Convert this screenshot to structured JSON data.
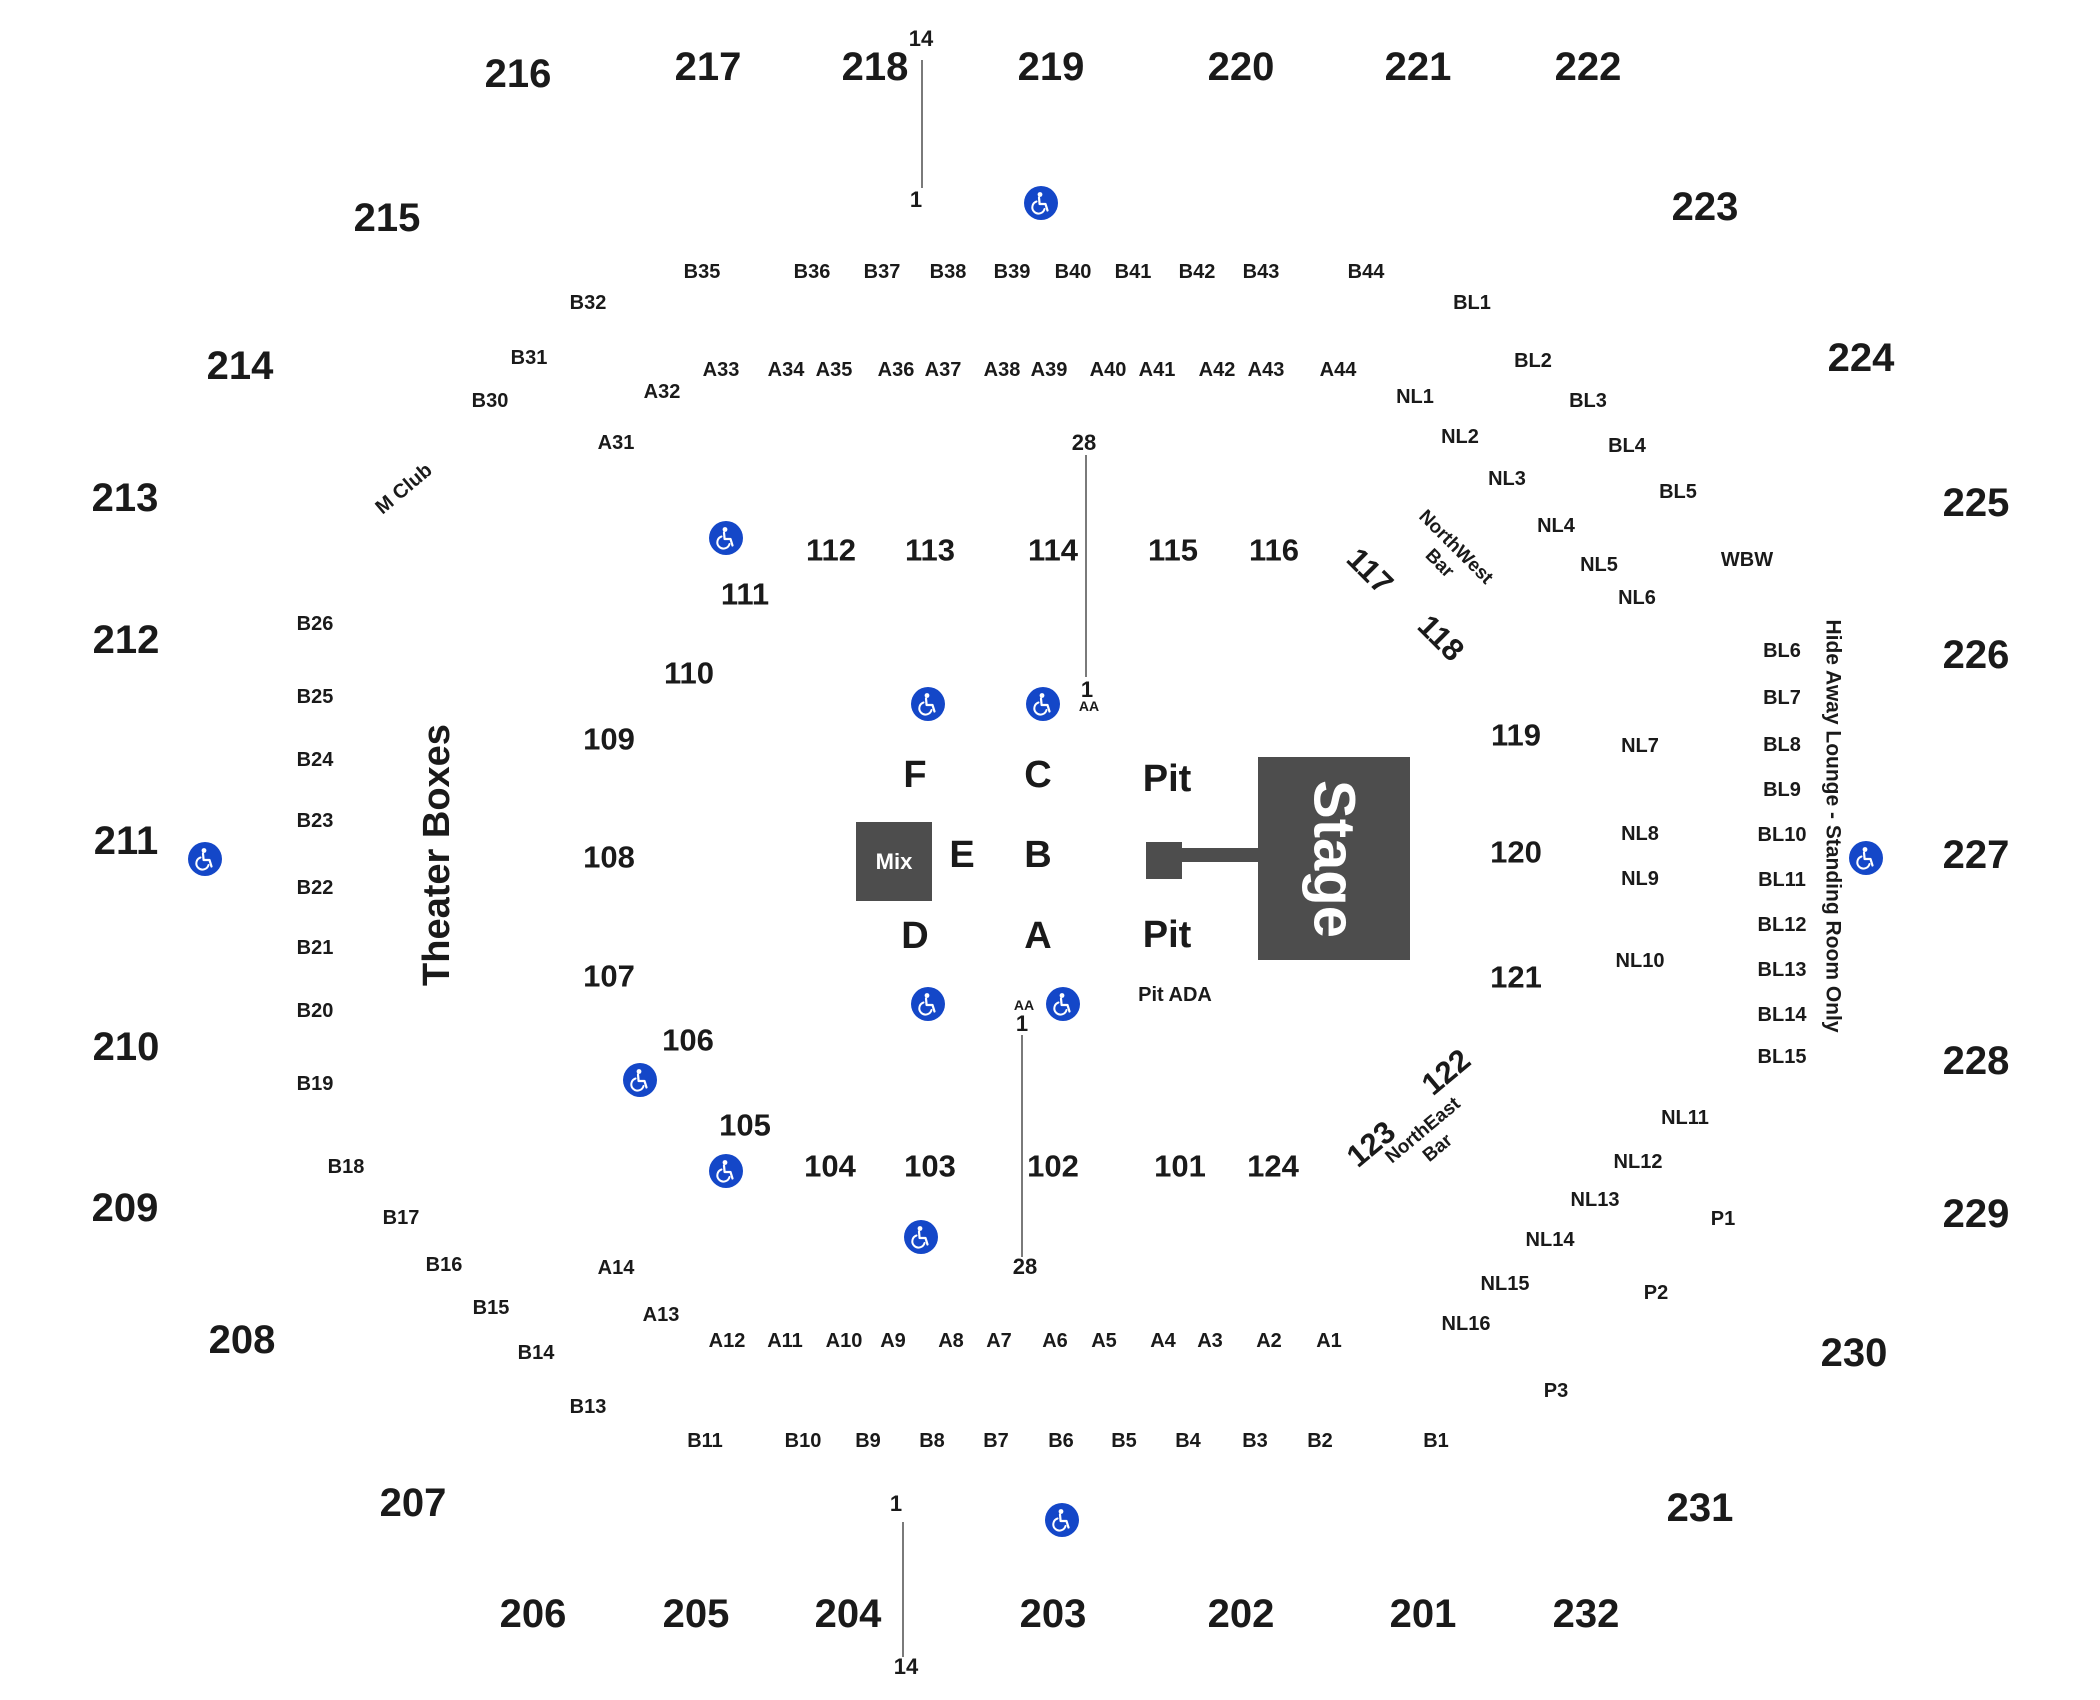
{
  "venue": {
    "stage_label": "Stage",
    "mix_label": "Mix",
    "theater_boxes_label": "Theater Boxes",
    "lounge_label": "Hide Away Lounge - Standing Room Only",
    "northwest_bar_label": "NorthWest\nBar",
    "northeast_bar_label": "NorthEast\nBar",
    "m_club_label": "M Club",
    "pit_ada_label": "Pit ADA",
    "wbw_label": "WBW"
  },
  "colors": {
    "stage": "#4d4d4d",
    "ada_icon": "#1447c8",
    "text": "#1a1a1a"
  },
  "upper_sections": [
    "216",
    "217",
    "218",
    "219",
    "220",
    "221",
    "222",
    "215",
    "223",
    "214",
    "224",
    "213",
    "225",
    "212",
    "226",
    "211",
    "227",
    "210",
    "228",
    "209",
    "229",
    "208",
    "230",
    "207",
    "231",
    "206",
    "205",
    "204",
    "203",
    "202",
    "201",
    "232"
  ],
  "lower_sections": [
    "112",
    "113",
    "114",
    "115",
    "116",
    "111",
    "110",
    "109",
    "108",
    "107",
    "106",
    "105",
    "104",
    "103",
    "102",
    "101",
    "124",
    "119",
    "120",
    "121"
  ],
  "rotated_lower_sections": [
    "117",
    "118",
    "122",
    "123"
  ],
  "floor_sections": [
    "F",
    "C",
    "E",
    "B",
    "D",
    "A"
  ],
  "pit_labels": [
    "Pit",
    "Pit"
  ],
  "top_box_row": [
    "B35",
    "B36",
    "B37",
    "B38",
    "B39",
    "B40",
    "B41",
    "B42",
    "B43",
    "B44",
    "B32",
    "B31",
    "B30"
  ],
  "top_a_row": [
    "A33",
    "A34",
    "A35",
    "A36",
    "A37",
    "A38",
    "A39",
    "A40",
    "A41",
    "A42",
    "A43",
    "A44",
    "A32",
    "A31"
  ],
  "left_boxes": [
    "B26",
    "B25",
    "B24",
    "B23",
    "B22",
    "B21",
    "B20",
    "B19",
    "B18",
    "B17",
    "B16",
    "B15",
    "B14",
    "B13"
  ],
  "bottom_box_row": [
    "B11",
    "B10",
    "B9",
    "B8",
    "B7",
    "B6",
    "B5",
    "B4",
    "B3",
    "B2",
    "B1"
  ],
  "bottom_a_row": [
    "A14",
    "A13",
    "A12",
    "A11",
    "A10",
    "A9",
    "A8",
    "A7",
    "A6",
    "A5",
    "A4",
    "A3",
    "A2",
    "A1"
  ],
  "bl_boxes": [
    "BL1",
    "BL2",
    "BL3",
    "BL4",
    "BL5",
    "BL6",
    "BL7",
    "BL8",
    "BL9",
    "BL10",
    "BL11",
    "BL12",
    "BL13",
    "BL14",
    "BL15"
  ],
  "nl_boxes": [
    "NL1",
    "NL2",
    "NL3",
    "NL4",
    "NL5",
    "NL6",
    "NL7",
    "NL8",
    "NL9",
    "NL10",
    "NL11",
    "NL12",
    "NL13",
    "NL14",
    "NL15",
    "NL16"
  ],
  "p_boxes": [
    "P1",
    "P2",
    "P3"
  ],
  "row_numbers": [
    "14",
    "1",
    "28",
    "1",
    "AA",
    "AA",
    "1",
    "28",
    "1",
    "14"
  ],
  "accessibility_icons": [
    "wheelchair-icon",
    "wheelchair-icon",
    "wheelchair-icon",
    "wheelchair-icon",
    "wheelchair-icon",
    "wheelchair-icon",
    "wheelchair-icon",
    "wheelchair-icon",
    "wheelchair-icon",
    "wheelchair-icon",
    "wheelchair-icon",
    "wheelchair-icon",
    "wheelchair-icon"
  ]
}
